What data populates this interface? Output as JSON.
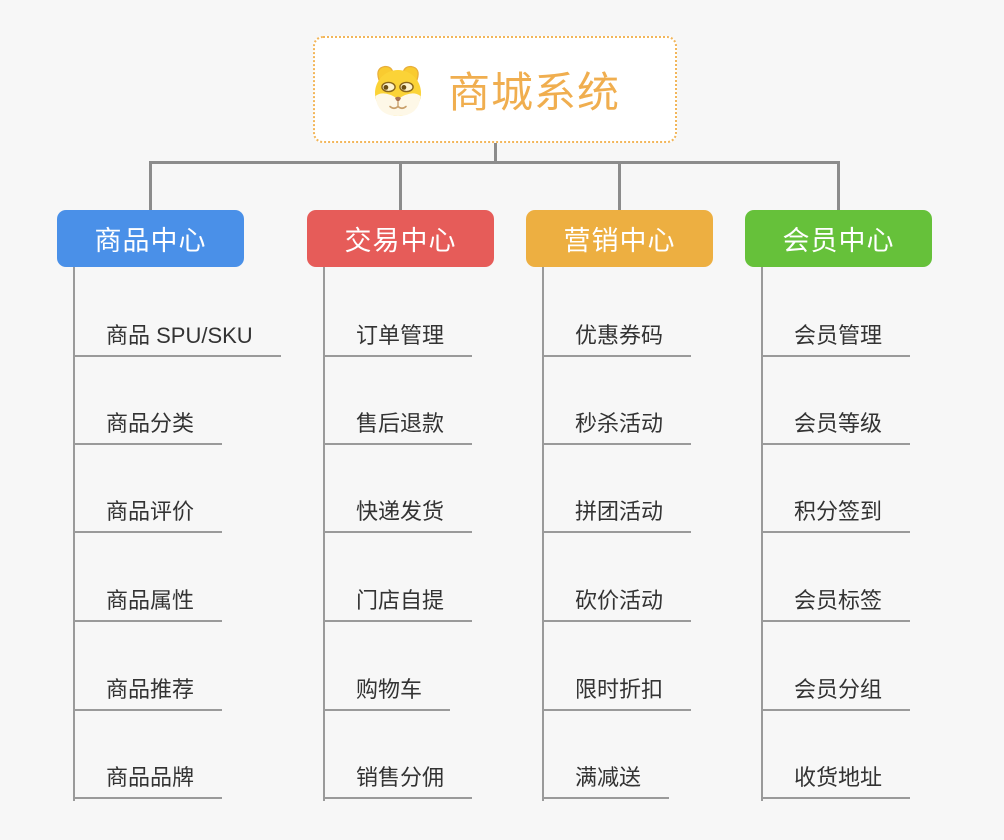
{
  "root": {
    "title": "商城系统",
    "icon": "doge-face-icon",
    "text_color": "#F0AE4F",
    "border_color": "#F2B65A"
  },
  "connector_color": "#8C8C8C",
  "branches": [
    {
      "label": "商品中心",
      "color": "#4A90E8",
      "children": [
        "商品 SPU/SKU",
        "商品分类",
        "商品评价",
        "商品属性",
        "商品推荐",
        "商品品牌"
      ]
    },
    {
      "label": "交易中心",
      "color": "#E65C59",
      "children": [
        "订单管理",
        "售后退款",
        "快递发货",
        "门店自提",
        "购物车",
        "销售分佣"
      ]
    },
    {
      "label": "营销中心",
      "color": "#EDAF41",
      "children": [
        "优惠券码",
        "秒杀活动",
        "拼团活动",
        "砍价活动",
        "限时折扣",
        "满减送"
      ]
    },
    {
      "label": "会员中心",
      "color": "#66C13A",
      "children": [
        "会员管理",
        "会员等级",
        "积分签到",
        "会员标签",
        "会员分组",
        "收货地址"
      ]
    }
  ]
}
